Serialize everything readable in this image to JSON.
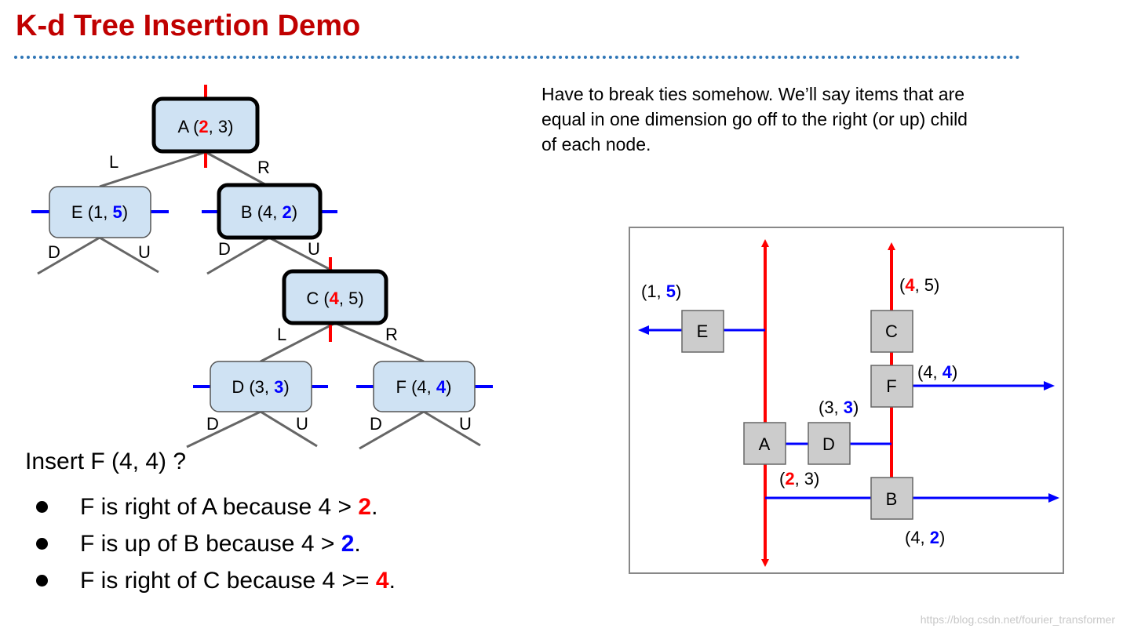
{
  "title": "K-d Tree Insertion Demo",
  "note": "Have to break ties somehow. We’ll say items that are equal in one dimension go off to the right (or up) child of each node.",
  "question": "Insert F (4, 4) ?",
  "bullets": [
    {
      "pre": "F is right of A because 4 > ",
      "hl": "2",
      "post": "."
    },
    {
      "pre": "F is up of B because 4 > ",
      "hl": "2",
      "post": "."
    },
    {
      "pre": "F is right of C because 4 >= ",
      "hl": "4",
      "post": "."
    }
  ],
  "tree": {
    "nodes": {
      "A": {
        "pre": "A (",
        "hl": "2",
        "post": ", 3)",
        "xfirst": true
      },
      "B": {
        "pre": "B (4, ",
        "hl": "2",
        "post": ")",
        "xfirst": false
      },
      "E": {
        "pre": "E (1, ",
        "hl": "5",
        "post": ")",
        "xfirst": false
      },
      "C": {
        "pre": "C (",
        "hl": "4",
        "post": ", 5)",
        "xfirst": true
      },
      "D": {
        "pre": "D (3, ",
        "hl": "3",
        "post": ")",
        "xfirst": false
      },
      "F": {
        "pre": "F (4, ",
        "hl": "4",
        "post": ")",
        "xfirst": false
      }
    },
    "edge_labels": {
      "left": "L",
      "right": "R",
      "down": "D",
      "up": "U"
    }
  },
  "plane": {
    "points": {
      "A": "A",
      "B": "B",
      "C": "C",
      "D": "D",
      "E": "E",
      "F": "F"
    },
    "labels": {
      "A": {
        "pre": "(",
        "hl": "2",
        "post": ", 3)"
      },
      "B": {
        "pre": "(4, ",
        "hl": "2",
        "post": ")"
      },
      "C": {
        "pre": "(",
        "hl": "4",
        "post": ", 5)"
      },
      "D": {
        "pre": "(3, ",
        "hl": "3",
        "post": ")"
      },
      "E": {
        "pre": "(1, ",
        "hl": "5",
        "post": ")"
      },
      "F": {
        "pre": "(4, ",
        "hl": "4",
        "post": ")"
      }
    }
  },
  "watermark": "https://blog.csdn.net/fourier_transformer",
  "colors": {
    "x_split": "#ff0000",
    "y_split": "#0000ff",
    "node_fill": "#cfe2f3",
    "plane_box": "#cccccc"
  }
}
